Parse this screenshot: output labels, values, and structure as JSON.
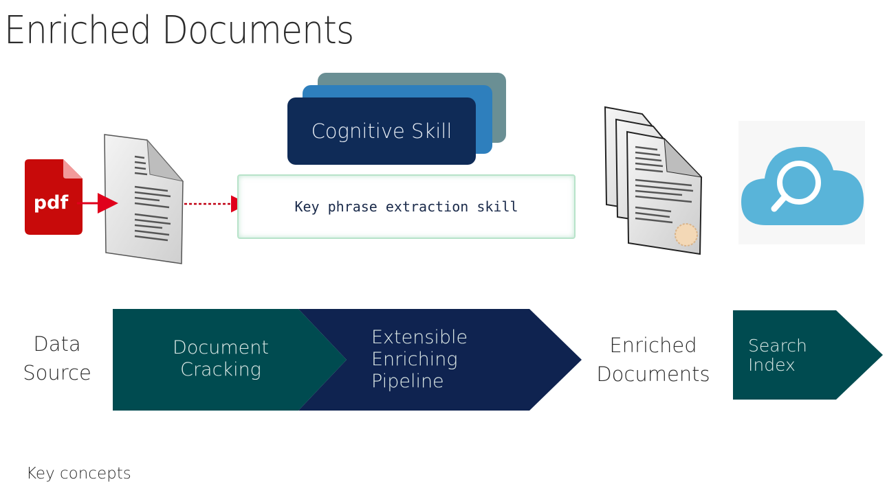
{
  "title": "Enriched Documents",
  "source": {
    "pdf_label": "pdf",
    "label_line1": "Data",
    "label_line2": "Source"
  },
  "skill": {
    "card_label": "Cognitive Skill",
    "key_phrase_label": "Key phrase extraction skill"
  },
  "pipeline": {
    "stage1_line1": "Document",
    "stage1_line2": "Cracking",
    "stage2_line1": "Extensible",
    "stage2_line2": "Enriching",
    "stage2_line3": "Pipeline"
  },
  "output": {
    "label_line1": "Enriched",
    "label_line2": "Documents"
  },
  "index": {
    "label_line1": "Search",
    "label_line2": "Index"
  },
  "footer": {
    "key_concepts": "Key concepts"
  },
  "colors": {
    "pdf_red": "#c80a0a",
    "arrow_red": "#e0001b",
    "teal": "#004b50",
    "navy": "#0f2350",
    "cloud_blue": "#59b4d9"
  }
}
